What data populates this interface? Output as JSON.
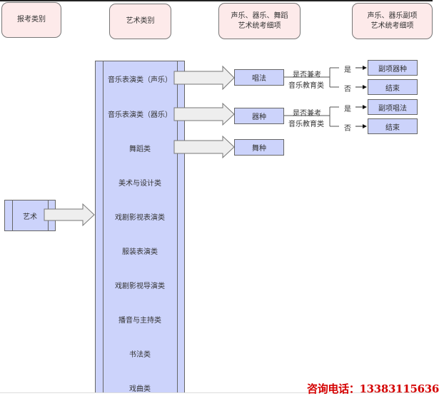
{
  "headers": [
    {
      "text": "报考类别"
    },
    {
      "text": "艺术类别"
    },
    {
      "text": "声乐、器乐、舞蹈\n艺术统考细项"
    },
    {
      "text": "声乐、器乐副项\n艺术统考细项"
    }
  ],
  "root": {
    "label": "艺术"
  },
  "categories": [
    "音乐表演类（声乐）",
    "音乐表演类（器乐）",
    "舞蹈类",
    "美术与设计类",
    "戏剧影视表演类",
    "服装表演类",
    "戏剧影视导演类",
    "播音与主持类",
    "书法类",
    "戏曲类"
  ],
  "details": [
    {
      "label": "唱法"
    },
    {
      "label": "器种"
    },
    {
      "label": "舞种"
    }
  ],
  "decision": {
    "question_line1": "是否兼考",
    "question_line2": "音乐教育类",
    "yes": "是",
    "no": "否"
  },
  "outcomes": {
    "vocal_yes": "副项器种",
    "vocal_no": "结束",
    "instrument_yes": "副项唱法",
    "instrument_no": "结束"
  },
  "colors": {
    "header_fill": "#fdeaea",
    "process_fill": "#ccd3fb",
    "arrow_fill": "#eeeeee",
    "phone_red": "#d40000"
  },
  "footer": {
    "contact": "咨询电话：13383115636"
  }
}
